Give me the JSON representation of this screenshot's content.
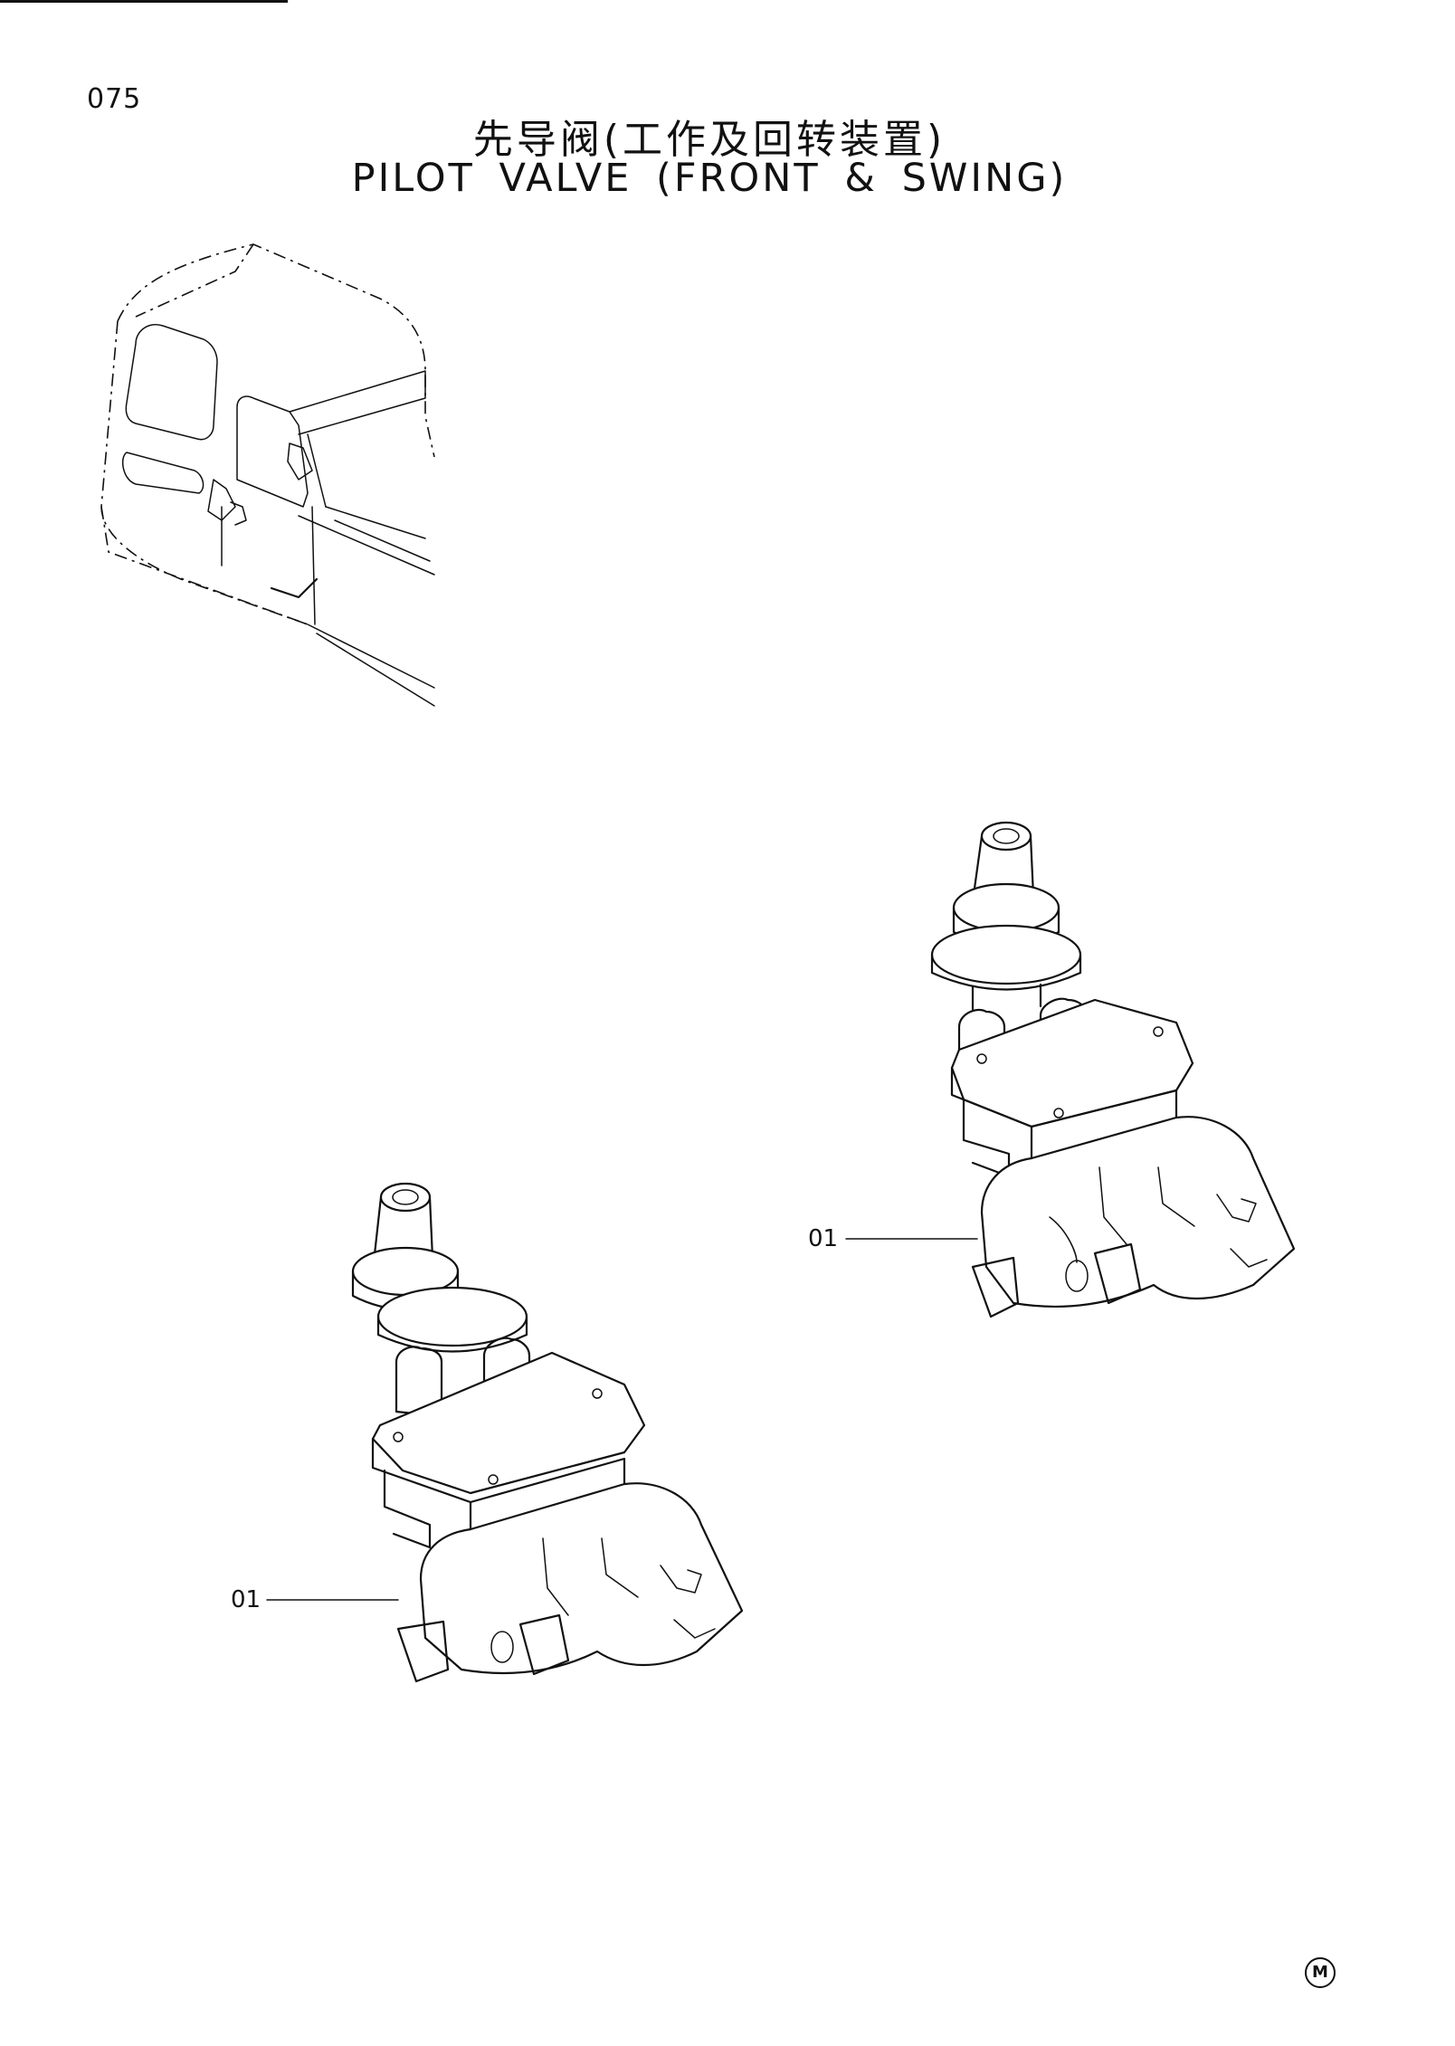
{
  "page": {
    "number": "075",
    "title_cn": "先导阀(工作及回转装置)",
    "title_en": "PILOT VALVE (FRONT & SWING)",
    "mark": "M"
  },
  "callouts": [
    {
      "label": "01",
      "target": "pilot-valve-right"
    },
    {
      "label": "01",
      "target": "pilot-valve-left"
    }
  ]
}
